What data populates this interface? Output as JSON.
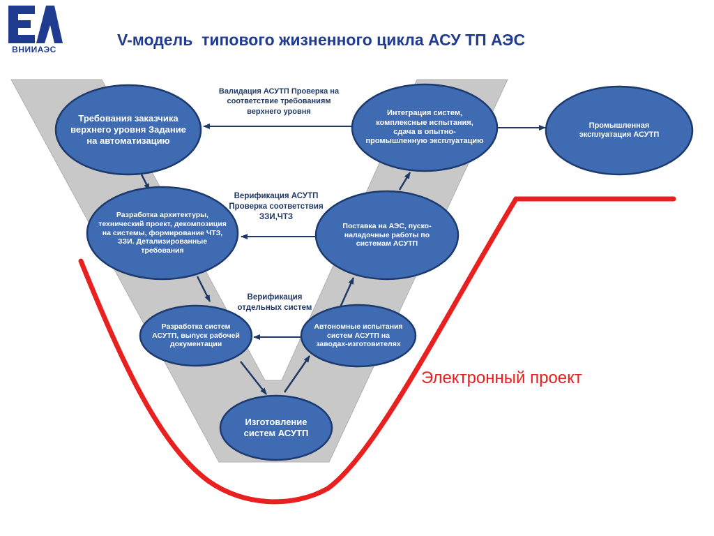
{
  "header": {
    "title": "V-модель  типового жизненного цикла АСУ ТП АЭС",
    "logo_caption": "ВНИИАЭС"
  },
  "colors": {
    "node_fill": "#3f6bb2",
    "node_stroke": "#1c3a6e",
    "v_band": "#c8c8c8",
    "arrow": "#1f3864",
    "red_curve": "#e8201f",
    "title": "#1f3b8f"
  },
  "nodes": {
    "customer_requirements": "Требования заказчика верхнего уровня Задание на автоматизацию",
    "architecture_design": "Разработка архитектуры, технический проект, декомпозиция на системы, формирование ЧТЗ, ЗЗИ. Детализированные требования",
    "system_development": "Разработка систем АСУТП, выпуск рабочей документации",
    "manufacturing": "Изготовление систем АСУТП",
    "autonomous_testing": "Автономные испытания систем АСУТП на заводах-изготовителях",
    "delivery_commissioning": "Поставка на АЭС, пуско-наладочные работы по системам АСУТП",
    "integration_testing": "Интеграция систем, комплексные испытания, сдача в опытно-промышленную эксплуатацию",
    "industrial_operation": "Промышленная эксплуатация АСУТП"
  },
  "arrow_labels": {
    "validation": "Валидация АСУТП Проверка на соответствие требованиям верхнего уровня",
    "verification": "Верификация АСУТП Проверка соответствия ЗЗИ,ЧТЗ",
    "verification_systems": "Верификация отдельных систем"
  },
  "electronic_project": "Электронный проект"
}
